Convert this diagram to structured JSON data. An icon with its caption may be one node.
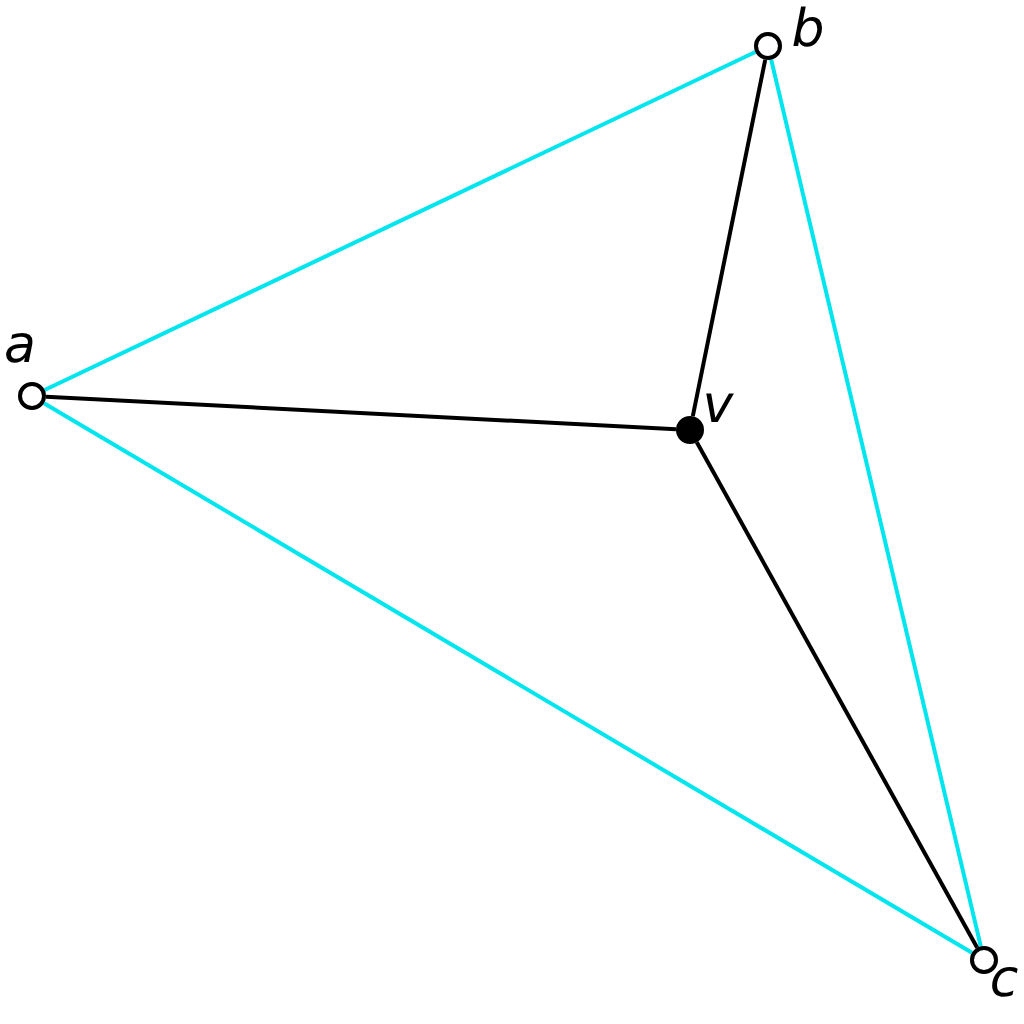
{
  "diagram": {
    "nodes": [
      {
        "text": [],
        "shape": "circle",
        "beside": [
          "b"
        ]
      },
      {
        "text": [],
        "shape": "circle",
        "beside": [
          "a"
        ]
      },
      {
        "text": [],
        "shape": "dot",
        "beside": [
          "v"
        ]
      },
      {
        "text": [],
        "shape": "circle",
        "beside": [
          "c"
        ]
      }
    ],
    "edges": [
      {
        "from": 1,
        "to": 0,
        "arrow": "none",
        "color": "#00e5ee"
      },
      {
        "from": 0,
        "to": 3,
        "arrow": "none",
        "color": "#00e5ee"
      },
      {
        "from": 1,
        "to": 3,
        "arrow": "none",
        "color": "#00e5ee"
      },
      {
        "from": 1,
        "to": 2,
        "arrow": "none",
        "color": "#000000"
      },
      {
        "from": 0,
        "to": 2,
        "arrow": "none",
        "color": "#000000"
      },
      {
        "from": 2,
        "to": 3,
        "arrow": "none",
        "color": "#000000"
      }
    ]
  }
}
